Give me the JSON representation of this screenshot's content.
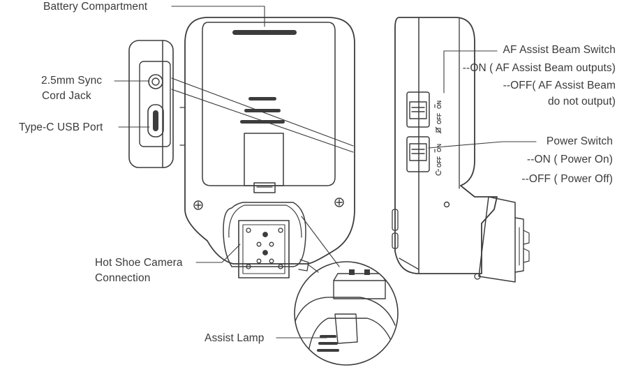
{
  "labels": {
    "battery_compartment": "Battery Compartment",
    "sync_jack_line1": "2.5mm Sync",
    "sync_jack_line2": "Cord Jack",
    "usb_port": "Type-C USB Port",
    "hot_shoe_line1": "Hot Shoe Camera",
    "hot_shoe_line2": "Connection",
    "assist_lamp": "Assist Lamp",
    "af_switch_title": "AF Assist Beam Switch",
    "af_on": "--ON ( AF Assist Beam outputs)",
    "af_off_line1": "--OFF( AF Assist Beam",
    "af_off_line2": "do not output)",
    "power_switch_title": "Power Switch",
    "power_on": "--ON ( Power On)",
    "power_off": "--OFF ( Power Off)"
  },
  "switch_markings": {
    "on": "ON",
    "off": "OFF"
  },
  "icons": [
    "af-assist-icon",
    "power-icon"
  ]
}
